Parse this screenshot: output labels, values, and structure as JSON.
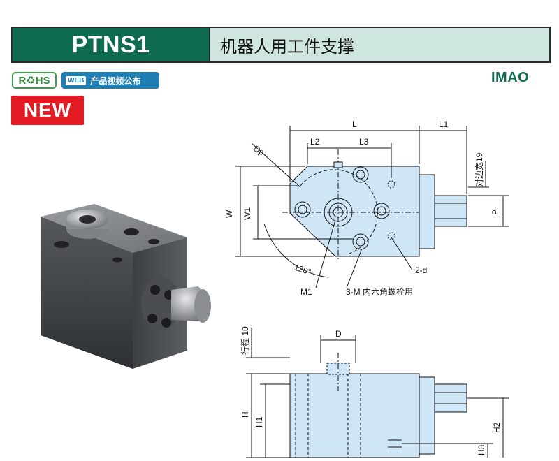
{
  "header": {
    "model": "PTNS1",
    "product_name": "机器人用工件支撑"
  },
  "badges": {
    "rohs": "R♻HS",
    "web_tag": "WEB",
    "web_text": "产品视频公布",
    "new": "NEW"
  },
  "logo": "IMAO",
  "top_view": {
    "L": "L",
    "L1": "L1",
    "L2": "L2",
    "L3": "L3",
    "Dp": "Dp",
    "W": "W",
    "W1": "W1",
    "P": "P",
    "across_flats": "对边宽19",
    "angle": "120°",
    "M1": "M1",
    "2d": "2-d",
    "3M": "3-M 内六角螺栓用"
  },
  "side_view": {
    "stroke": "行程 10",
    "D": "D",
    "H": "H",
    "H1": "H1",
    "H2": "H2",
    "H3": "H3"
  },
  "colors": {
    "header_green": "#0f6b4f",
    "header_light": "#cfe5e0",
    "part_blue": "#cfe6f6",
    "new_red": "#e21b23",
    "web_blue": "#1f7eb3",
    "rohs_green": "#3aa04a"
  }
}
